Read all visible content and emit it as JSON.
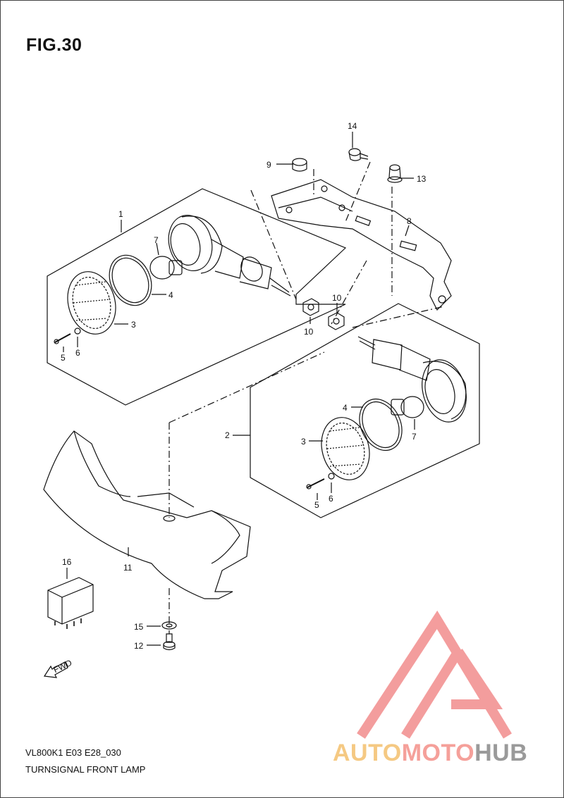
{
  "figure": {
    "title": "FIG.30",
    "code": "VL800K1 E03 E28_030",
    "caption": "TURNSIGNAL FRONT LAMP"
  },
  "callouts": {
    "c1": "1",
    "c2": "2",
    "c3a": "3",
    "c3b": "3",
    "c4a": "4",
    "c4b": "4",
    "c5a": "5",
    "c5b": "5",
    "c6a": "6",
    "c6b": "6",
    "c7a": "7",
    "c7b": "7",
    "c8": "8",
    "c9": "9",
    "c10a": "10",
    "c10b": "10",
    "c11": "11",
    "c12": "12",
    "c13": "13",
    "c14": "14",
    "c15": "15",
    "c16": "16"
  },
  "fwd_label": "FWD",
  "watermark": {
    "part1": "AUTO",
    "part2": "MOTO",
    "part3": "HUB",
    "colors": {
      "auto": "#f5c983",
      "moto": "#f5a09a",
      "hub": "#9a9a9a",
      "logo": "#f28c8c"
    }
  }
}
